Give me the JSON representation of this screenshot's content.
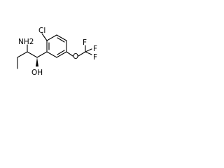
{
  "molecule": {
    "atoms": {
      "amine": "NH2",
      "chlorine": "Cl",
      "hydroxyl": "OH",
      "ether_oxygen": "O",
      "fluorine_top": "F",
      "fluorine_right": "F",
      "fluorine_bottom": "F"
    },
    "stereo": {
      "wedge_color": "#000000"
    },
    "colors": {
      "bond": "#000000",
      "text": "#000000",
      "background": "#ffffff"
    }
  }
}
